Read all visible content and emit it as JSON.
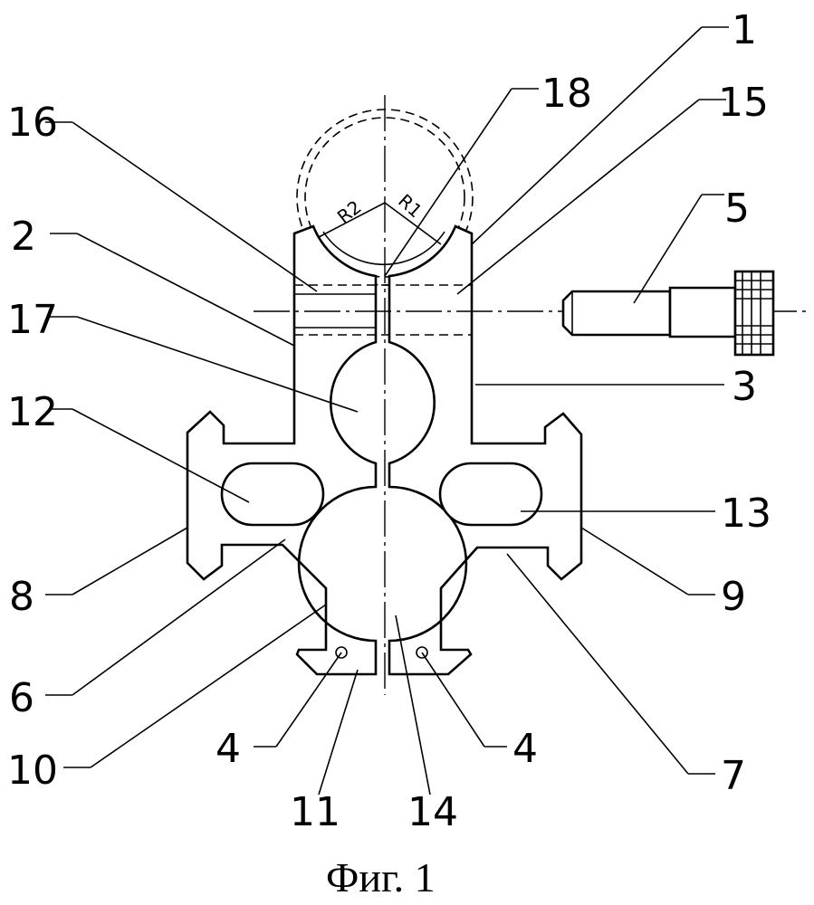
{
  "caption": "Фиг. 1",
  "radius_labels": {
    "r2": "R2",
    "r1": "R1"
  },
  "labels": {
    "l1": "1",
    "l2": "2",
    "l3": "3",
    "l4a": "4",
    "l4b": "4",
    "l5": "5",
    "l6": "6",
    "l7": "7",
    "l8": "8",
    "l9": "9",
    "l10": "10",
    "l11": "11",
    "l12": "12",
    "l13": "13",
    "l14": "14",
    "l15": "15",
    "l16": "16",
    "l17": "17",
    "l18": "18"
  }
}
